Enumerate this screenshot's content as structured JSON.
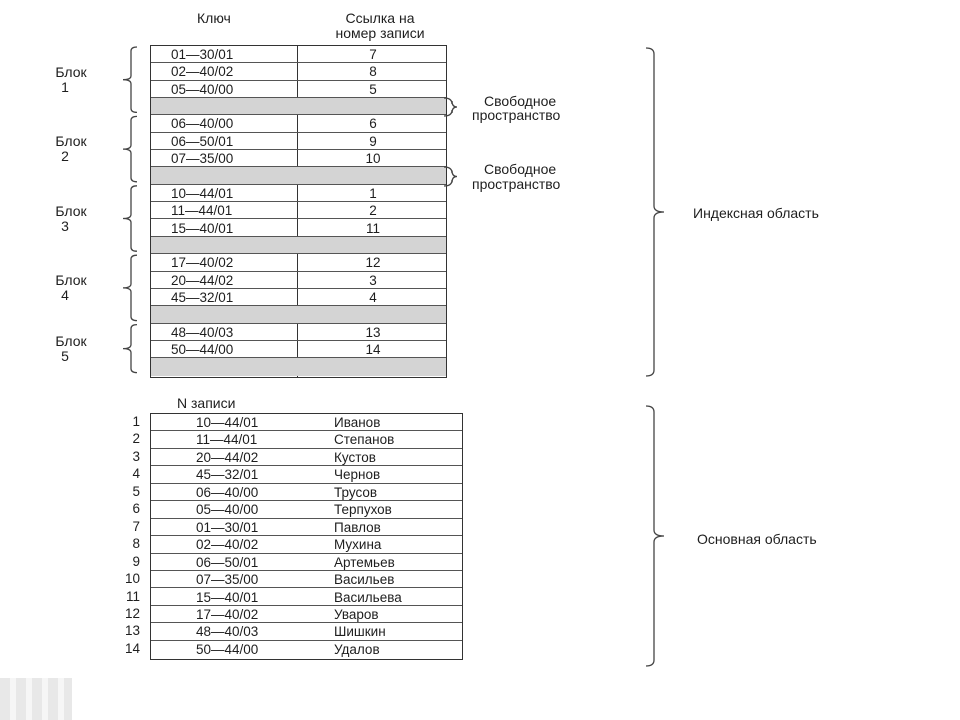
{
  "index_table": {
    "header_key": "Ключ",
    "header_ref_line1": "Ссылка на",
    "header_ref_line2": "номер записи",
    "blocks": [
      {
        "label": "Блок",
        "number": "1",
        "rows": [
          {
            "key": "01—30/01",
            "ref": "7"
          },
          {
            "key": "02—40/02",
            "ref": "8"
          },
          {
            "key": "05—40/00",
            "ref": "5"
          }
        ]
      },
      {
        "label": "Блок",
        "number": "2",
        "rows": [
          {
            "key": "06—40/00",
            "ref": "6"
          },
          {
            "key": "06—50/01",
            "ref": "9"
          },
          {
            "key": "07—35/00",
            "ref": "10"
          }
        ]
      },
      {
        "label": "Блок",
        "number": "3",
        "rows": [
          {
            "key": "10—44/01",
            "ref": "1"
          },
          {
            "key": "11—44/01",
            "ref": "2"
          },
          {
            "key": "15—40/01",
            "ref": "11"
          }
        ]
      },
      {
        "label": "Блок",
        "number": "4",
        "rows": [
          {
            "key": "17—40/02",
            "ref": "12"
          },
          {
            "key": "20—44/02",
            "ref": "3"
          },
          {
            "key": "45—32/01",
            "ref": "4"
          }
        ]
      },
      {
        "label": "Блок",
        "number": "5",
        "rows": [
          {
            "key": "48—40/03",
            "ref": "13"
          },
          {
            "key": "50—44/00",
            "ref": "14"
          }
        ]
      }
    ],
    "free_space_line1": "Свободное",
    "free_space_line2": "пространство",
    "index_area_label": "Индексная область"
  },
  "main_table": {
    "header": "N записи",
    "records": [
      {
        "n": "1",
        "key": "10—44/01",
        "name": "Иванов"
      },
      {
        "n": "2",
        "key": "11—44/01",
        "name": "Степанов"
      },
      {
        "n": "3",
        "key": "20—44/02",
        "name": "Кустов"
      },
      {
        "n": "4",
        "key": "45—32/01",
        "name": "Чернов"
      },
      {
        "n": "5",
        "key": "06—40/00",
        "name": "Трусов"
      },
      {
        "n": "6",
        "key": "05—40/00",
        "name": "Терпухов"
      },
      {
        "n": "7",
        "key": "01—30/01",
        "name": "Павлов"
      },
      {
        "n": "8",
        "key": "02—40/02",
        "name": "Мухина"
      },
      {
        "n": "9",
        "key": "06—50/01",
        "name": "Артемьев"
      },
      {
        "n": "10",
        "key": "07—35/00",
        "name": "Васильев"
      },
      {
        "n": "11",
        "key": "15—40/01",
        "name": "Васильева"
      },
      {
        "n": "12",
        "key": "17—40/02",
        "name": "Уваров"
      },
      {
        "n": "13",
        "key": "48—40/03",
        "name": "Шишкин"
      },
      {
        "n": "14",
        "key": "50—44/00",
        "name": "Удалов"
      }
    ],
    "main_area_label": "Основная область"
  }
}
